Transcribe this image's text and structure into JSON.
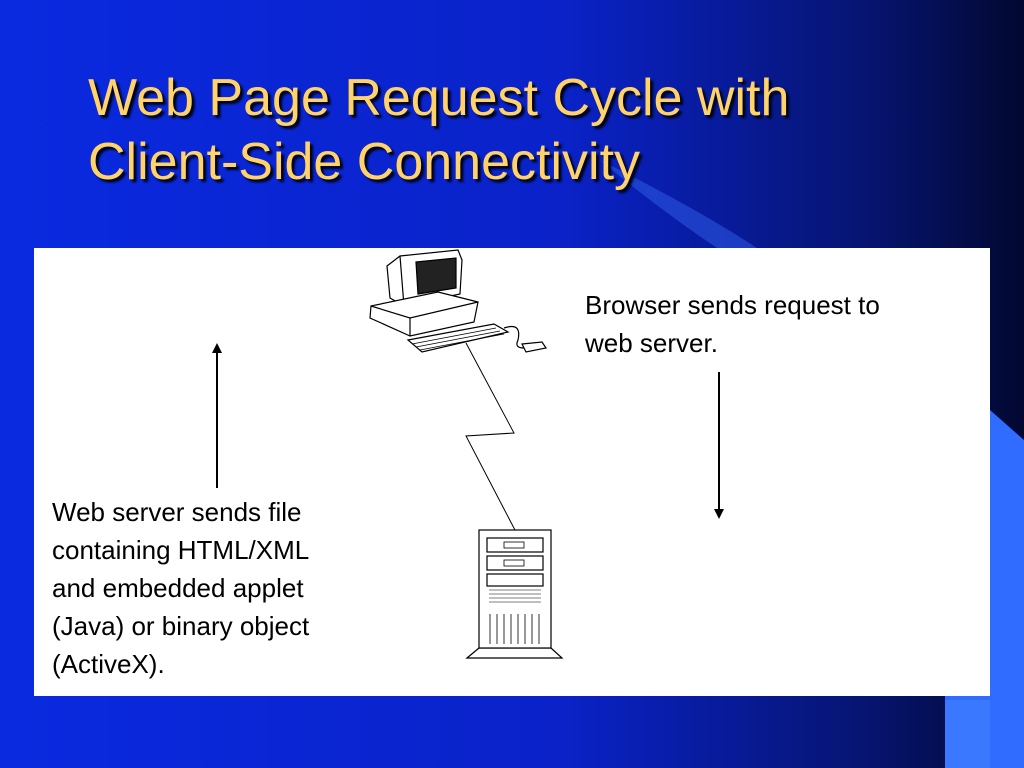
{
  "slide": {
    "title_lines": [
      "Web Page Request Cycle with",
      "Client-Side Connectivity"
    ],
    "request_caption_lines": [
      "Browser sends request to",
      "web server."
    ],
    "response_caption_lines": [
      "Web server sends file",
      "containing HTML/XML",
      "and embedded applet",
      "(Java) or binary object",
      "(ActiveX)."
    ]
  },
  "icons": {
    "client": "desktop-computer-icon",
    "server": "tower-server-icon"
  },
  "colors": {
    "background": "#0a22c8",
    "title": "#ffd26a",
    "panel": "#ffffff",
    "accent": "#2f6cff"
  }
}
